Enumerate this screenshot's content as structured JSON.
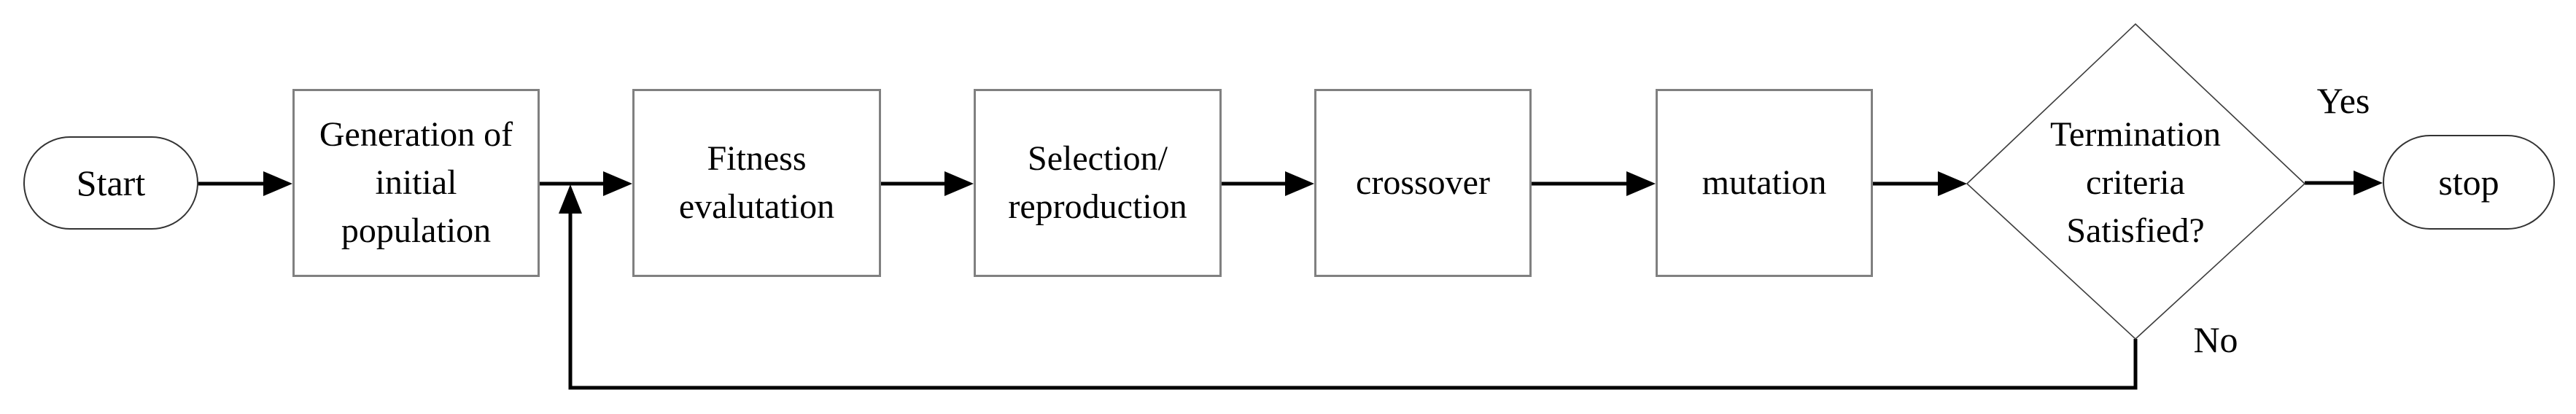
{
  "nodes": {
    "start": {
      "label": "Start"
    },
    "generation": {
      "label": "Generation of\ninitial\npopulation"
    },
    "fitness": {
      "label": "Fitness\nevalutation"
    },
    "selection": {
      "label": "Selection/\nreproduction"
    },
    "crossover": {
      "label": "crossover"
    },
    "mutation": {
      "label": "mutation"
    },
    "termination": {
      "label": "Termination\ncriteria\nSatisfied?"
    },
    "stop": {
      "label": "stop"
    }
  },
  "edge_labels": {
    "yes": "Yes",
    "no": "No"
  },
  "colors": {
    "process_border": "#808080",
    "terminator_border": "#333333",
    "decision_border": "#3c3c3c",
    "arrow": "#000000",
    "text": "#000000",
    "background": "#ffffff"
  }
}
